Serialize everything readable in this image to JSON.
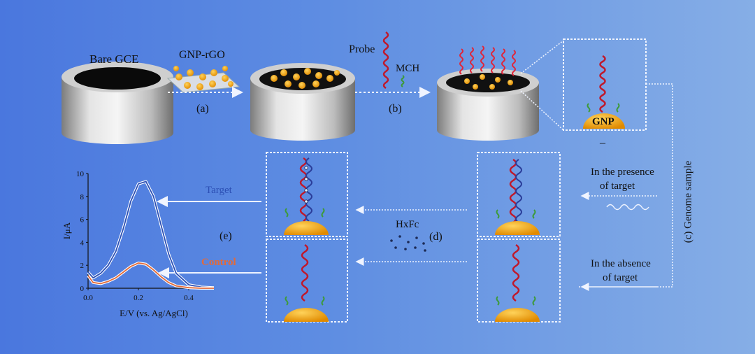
{
  "steps": {
    "bare_label": "Bare GCE",
    "gnp_label": "GNP-rGO",
    "step_a": "(a)",
    "probe_label": "Probe",
    "mch_label": "MCH",
    "step_b": "(b)",
    "gnp_inset_label": "GNP",
    "dash_label": "–"
  },
  "right": {
    "genome_label": "(c) Genome sample",
    "presence_line1": "In the presence",
    "presence_line2": "of target",
    "absence_line1": "In the absence",
    "absence_line2": "of target"
  },
  "middle": {
    "hxfc_label": "HxFc",
    "step_d": "(d)"
  },
  "chart": {
    "step_e": "(e)",
    "target_label": "Target",
    "control_label": "Control"
  },
  "colors": {
    "target_curve": "#2c4fb4",
    "control_curve": "#e26a3a",
    "dna_probe": "#c0182a",
    "gnp_gold": "#f4a300",
    "mch_green": "#3d9a3a"
  },
  "chart_data": {
    "type": "line",
    "xlabel": "E/V (vs. Ag/AgCl)",
    "ylabel": "I/μA",
    "xlim": [
      0.0,
      0.5
    ],
    "ylim": [
      0,
      10
    ],
    "xticks": [
      "0.0",
      "0.2",
      "0.4"
    ],
    "yticks": [
      "0",
      "2",
      "4",
      "6",
      "8",
      "10"
    ],
    "series": [
      {
        "name": "Target",
        "x": [
          0.0,
          0.02,
          0.05,
          0.08,
          0.11,
          0.14,
          0.17,
          0.2,
          0.23,
          0.26,
          0.29,
          0.32,
          0.35,
          0.4,
          0.45,
          0.5
        ],
        "y": [
          1.4,
          0.9,
          1.3,
          2.0,
          3.2,
          5.2,
          7.6,
          9.1,
          9.3,
          8.0,
          5.5,
          3.0,
          1.3,
          0.3,
          0.1,
          0.05
        ]
      },
      {
        "name": "Control",
        "x": [
          0.0,
          0.02,
          0.05,
          0.08,
          0.11,
          0.14,
          0.17,
          0.2,
          0.23,
          0.26,
          0.29,
          0.32,
          0.35,
          0.4,
          0.45,
          0.5
        ],
        "y": [
          1.1,
          0.5,
          0.4,
          0.6,
          0.9,
          1.4,
          1.9,
          2.2,
          2.1,
          1.6,
          1.0,
          0.5,
          0.2,
          0.05,
          0.0,
          0.0
        ]
      }
    ]
  }
}
